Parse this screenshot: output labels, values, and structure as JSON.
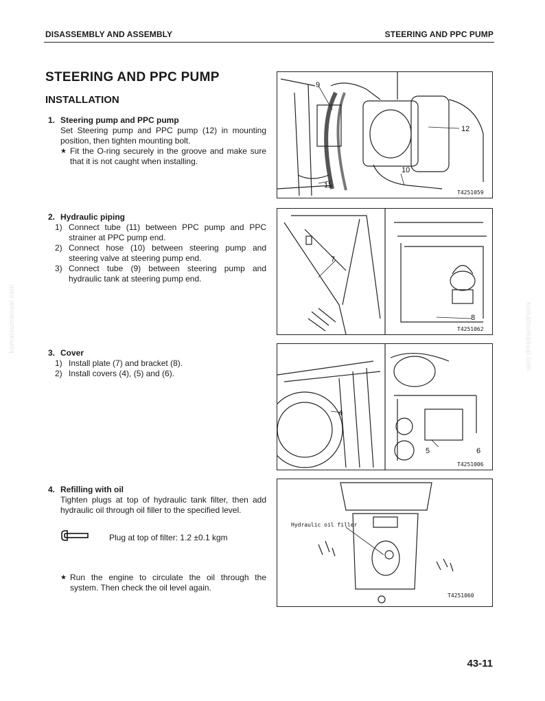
{
  "header": {
    "left": "DISASSEMBLY AND ASSEMBLY",
    "right": "STEERING AND PPC PUMP"
  },
  "title": "STEERING AND PPC PUMP",
  "subtitle": "INSTALLATION",
  "steps": [
    {
      "num": "1.",
      "heading": "Steering pump and PPC pump",
      "text": "Set Steering pump and PPC pump (12) in mounting position, then tighten mounting bolt.",
      "note": "Fit the O-ring securely in the groove and make sure that it is not caught when installing."
    },
    {
      "num": "2.",
      "heading": "Hydraulic piping",
      "items": [
        {
          "n": "1)",
          "text": "Connect tube (11) between PPC pump and PPC strainer at PPC pump end."
        },
        {
          "n": "2)",
          "text": "Connect hose (10) between steering pump and steering valve at steering pump end."
        },
        {
          "n": "3)",
          "text": "Connect tube (9) between steering pump and hydraulic tank at steering pump end."
        }
      ]
    },
    {
      "num": "3.",
      "heading": "Cover",
      "items": [
        {
          "n": "1)",
          "text": "Install plate (7) and bracket (8)."
        },
        {
          "n": "2)",
          "text": "Install covers (4), (5) and (6)."
        }
      ]
    },
    {
      "num": "4.",
      "heading": "Refilling with oil",
      "text": "Tighten plugs at top of hydraulic tank filter, then add hydraulic oil through oil filler to the specified level.",
      "torque": "Plug at top of filter:  1.2 ±0.1 kgm",
      "note": "Run the engine to circulate the oil through the system.  Then check the oil level again."
    }
  ],
  "figures": [
    {
      "code": "T4251059",
      "labels": [
        "9",
        "12",
        "10",
        "11"
      ]
    },
    {
      "code": "T4251062",
      "labels": [
        "7",
        "8"
      ]
    },
    {
      "code": "T4251006",
      "labels": [
        "4",
        "5",
        "6"
      ]
    },
    {
      "code": "T4251060",
      "labels": [
        "Hydraulic oil filler"
      ]
    }
  ],
  "watermark": "komatsumanual.com",
  "page_number": "43-11",
  "icons": {
    "note_marker": "star-icon",
    "torque": "wrench-icon"
  }
}
